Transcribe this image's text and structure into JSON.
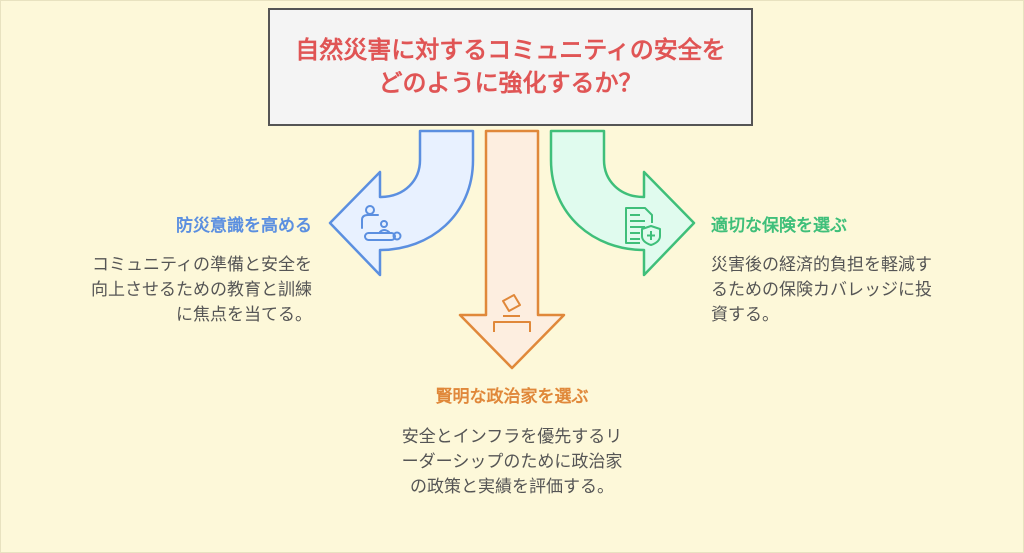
{
  "title": "自然災害に対するコミュニティの安全をどのように強化するか？",
  "branches": [
    {
      "heading": "防災意識を高める",
      "lines": [
        "コミュニティの準備と安全を",
        "向上させるための教育と訓練",
        "に焦点を当てる。"
      ],
      "color": "#5b8fe0",
      "fill": "#e8f1ff",
      "icon": "first-aid-training-icon"
    },
    {
      "heading": "賢明な政治家を選ぶ",
      "lines": [
        "安全とインフラを優先するリ",
        "ーダーシップのために政治家",
        "の政策と実績を評価する。"
      ],
      "color": "#e0883a",
      "fill": "#fdeee0",
      "icon": "ballot-box-icon"
    },
    {
      "heading": "適切な保険を選ぶ",
      "lines": [
        "災害後の経済的負担を軽減す",
        "るための保険カバレッジに投",
        "資する。"
      ],
      "color": "#3fbf7a",
      "fill": "#e0fbee",
      "icon": "insurance-document-icon"
    }
  ]
}
